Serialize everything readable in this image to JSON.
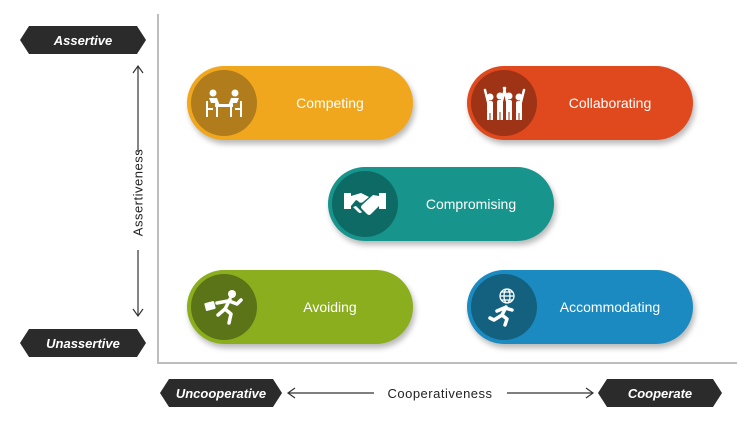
{
  "y_axis": {
    "top_tag": "Assertive",
    "bottom_tag": "Unassertive",
    "label": "Assertiveness"
  },
  "x_axis": {
    "left_tag": "Uncooperative",
    "right_tag": "Cooperate",
    "label": "Cooperativeness"
  },
  "styles": [
    {
      "label": "Competing",
      "color": "#f0a71e",
      "circle_color": "#b07c1c",
      "icon": "meeting-table-icon"
    },
    {
      "label": "Collaborating",
      "color": "#e0491d",
      "circle_color": "#9e3315",
      "icon": "team-high-five-icon"
    },
    {
      "label": "Compromising",
      "color": "#17948c",
      "circle_color": "#0d6a64",
      "icon": "handshake-icon"
    },
    {
      "label": "Avoiding",
      "color": "#8aae1e",
      "circle_color": "#5b7418",
      "icon": "running-away-icon"
    },
    {
      "label": "Accommodating",
      "color": "#1b8ac0",
      "circle_color": "#13607f",
      "icon": "globe-runner-icon"
    }
  ]
}
